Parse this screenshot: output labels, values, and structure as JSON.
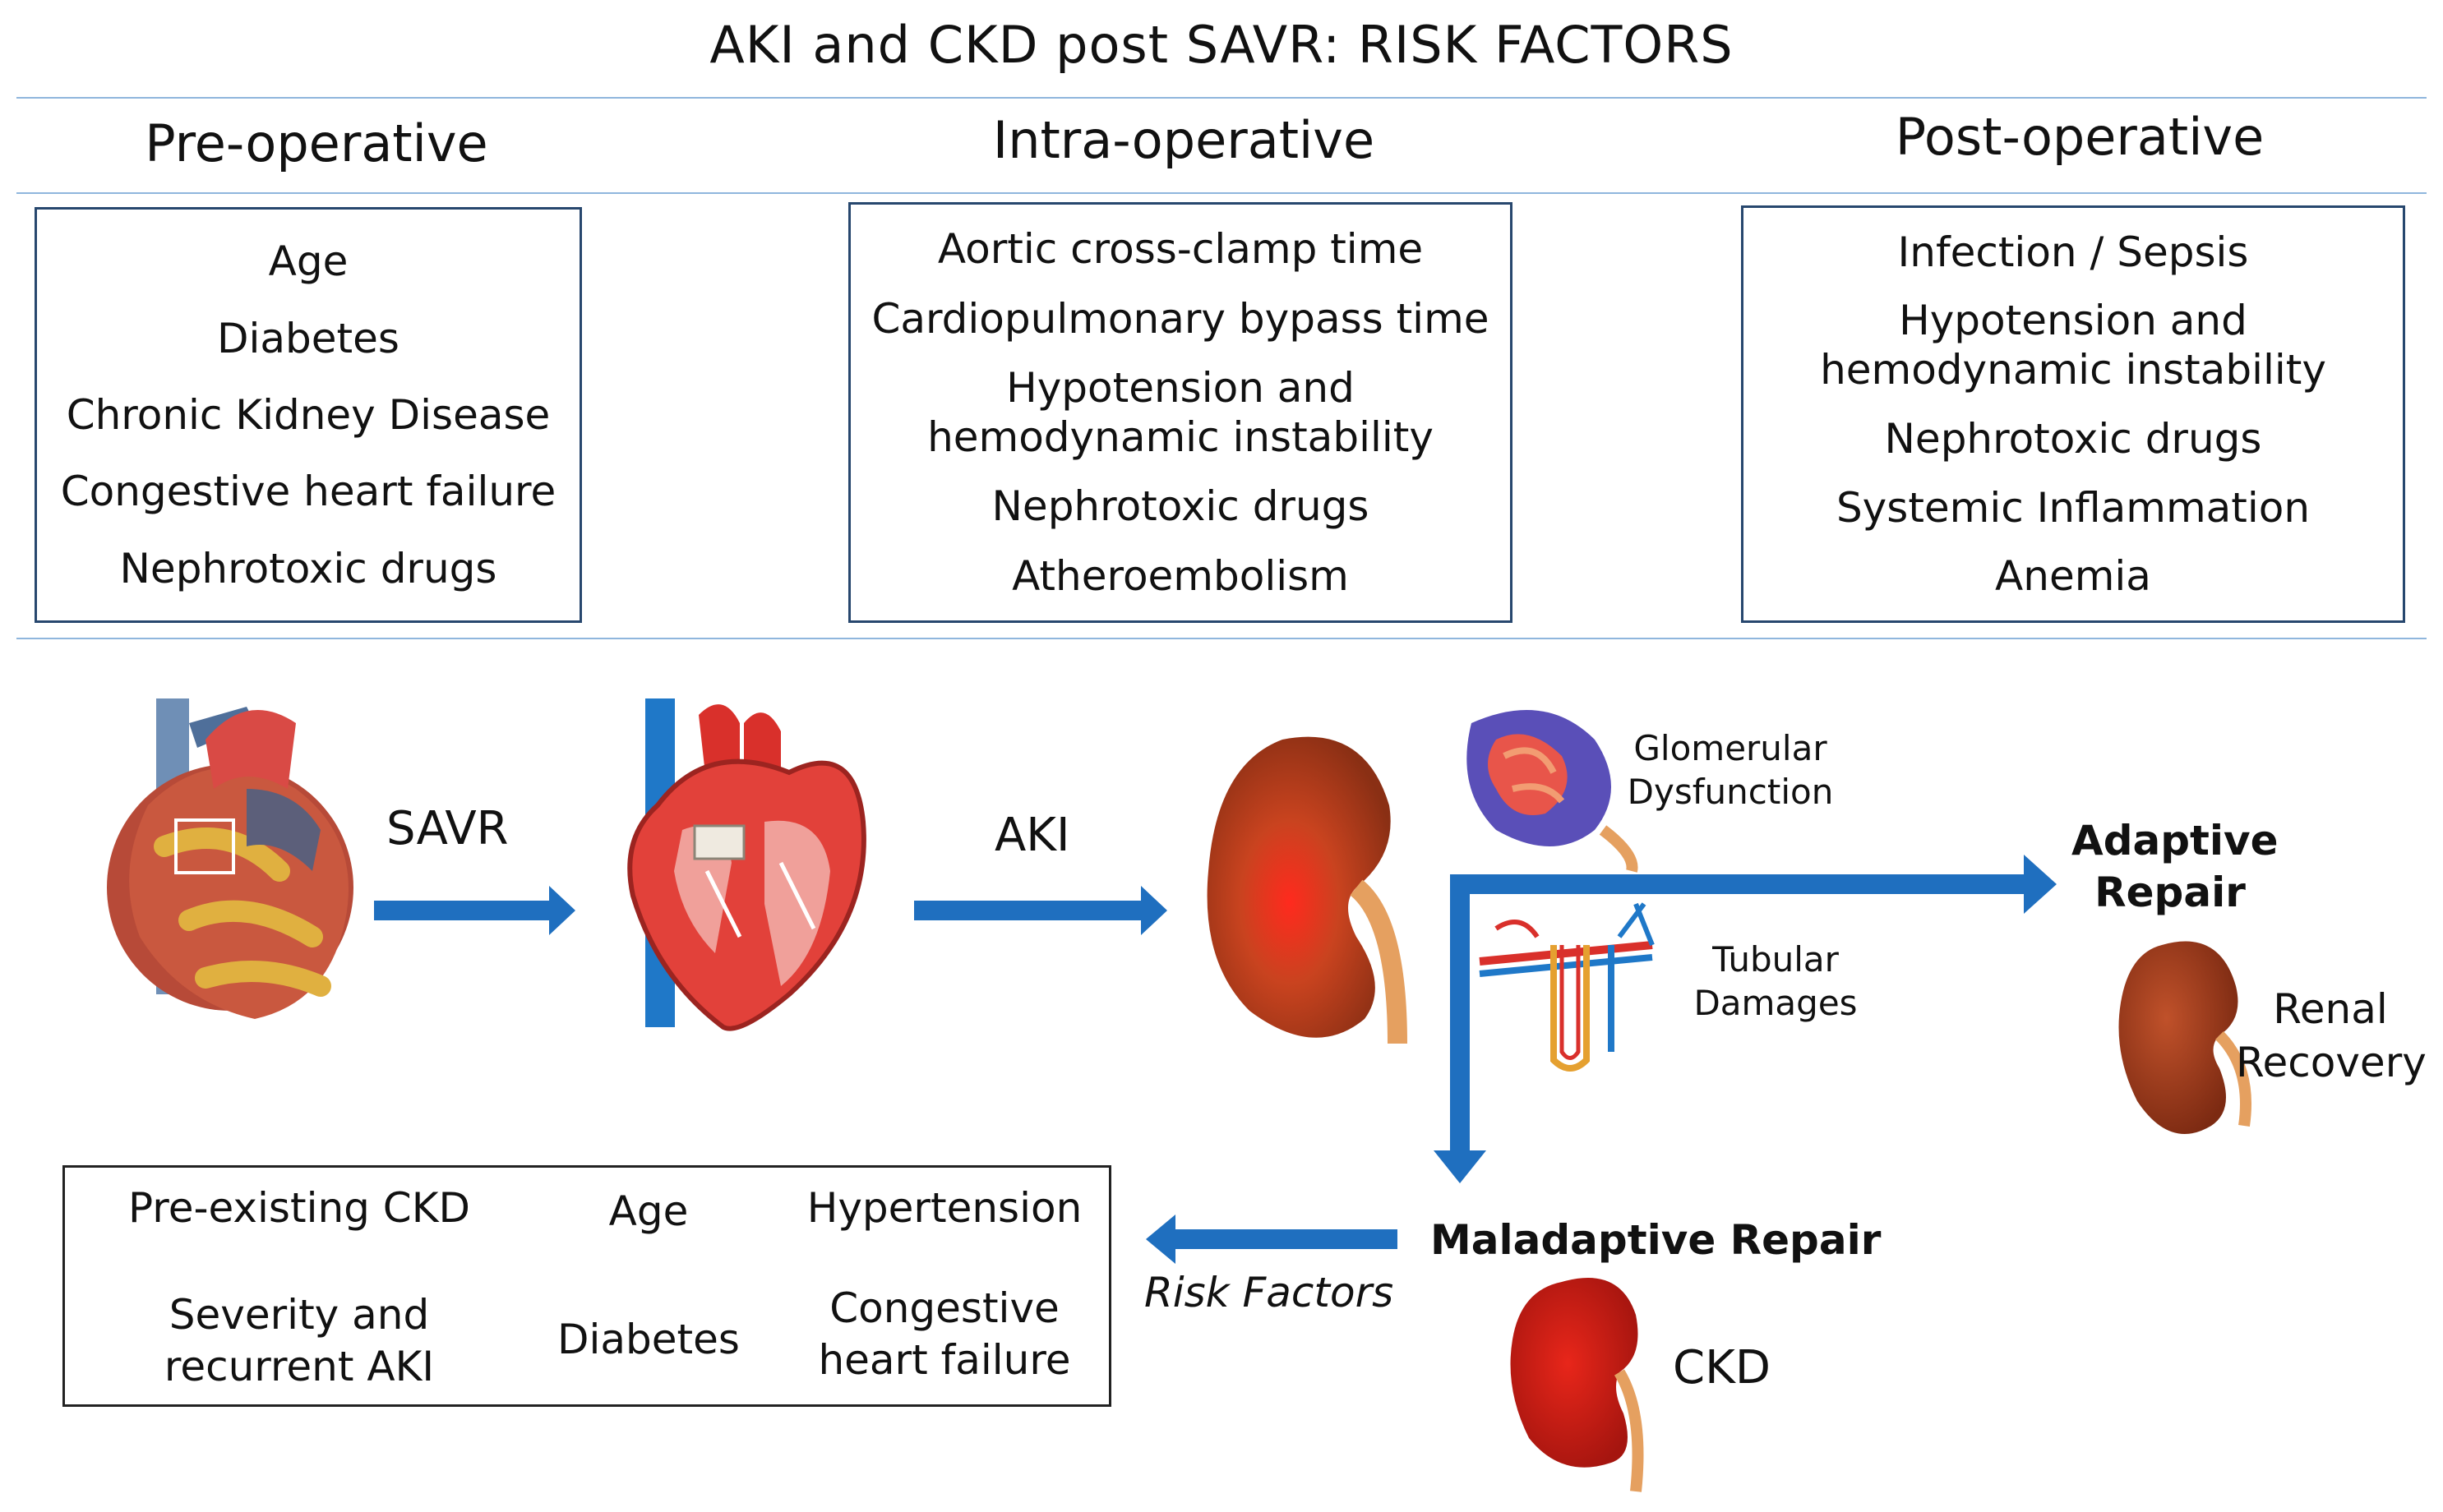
{
  "title": "AKI and CKD post SAVR: RISK FACTORS",
  "phases": {
    "pre": {
      "heading": "Pre-operative",
      "items": [
        "Age",
        "Diabetes",
        "Chronic Kidney Disease",
        "Congestive heart failure",
        "Nephrotoxic drugs"
      ]
    },
    "intra": {
      "heading": "Intra-operative",
      "items": [
        "Aortic cross-clamp time",
        "Cardiopulmonary bypass time",
        "Hypotension and hemodynamic instability",
        "Nephrotoxic drugs",
        "Atheroembolism"
      ]
    },
    "post": {
      "heading": "Post-operative",
      "items": [
        "Infection / Sepsis",
        "Hypotension and hemodynamic instability",
        "Nephrotoxic drugs",
        "Systemic Inflammation",
        "Anemia"
      ]
    }
  },
  "flow": {
    "savr": "SAVR",
    "aki": "AKI",
    "glomerular": "Glomerular Dysfunction",
    "tubular": "Tubular Damages",
    "adaptive": "Adaptive Repair",
    "recovery": "Renal Recovery",
    "maladaptive": "Maladaptive Repair",
    "ckd": "CKD",
    "risk_factors": "Risk Factors"
  },
  "ckd_risks": {
    "preexisting": "Pre-existing CKD",
    "age": "Age",
    "hypertension": "Hypertension",
    "severity": "Severity and recurrent AKI",
    "diabetes": "Diabetes",
    "chf": "Congestive heart failure"
  },
  "colors": {
    "arrow": "#1f6fbf",
    "rule": "#8fb6dd",
    "box_border": "#27476e",
    "kidney": "#a33a1c",
    "heart": "#d6302b"
  }
}
